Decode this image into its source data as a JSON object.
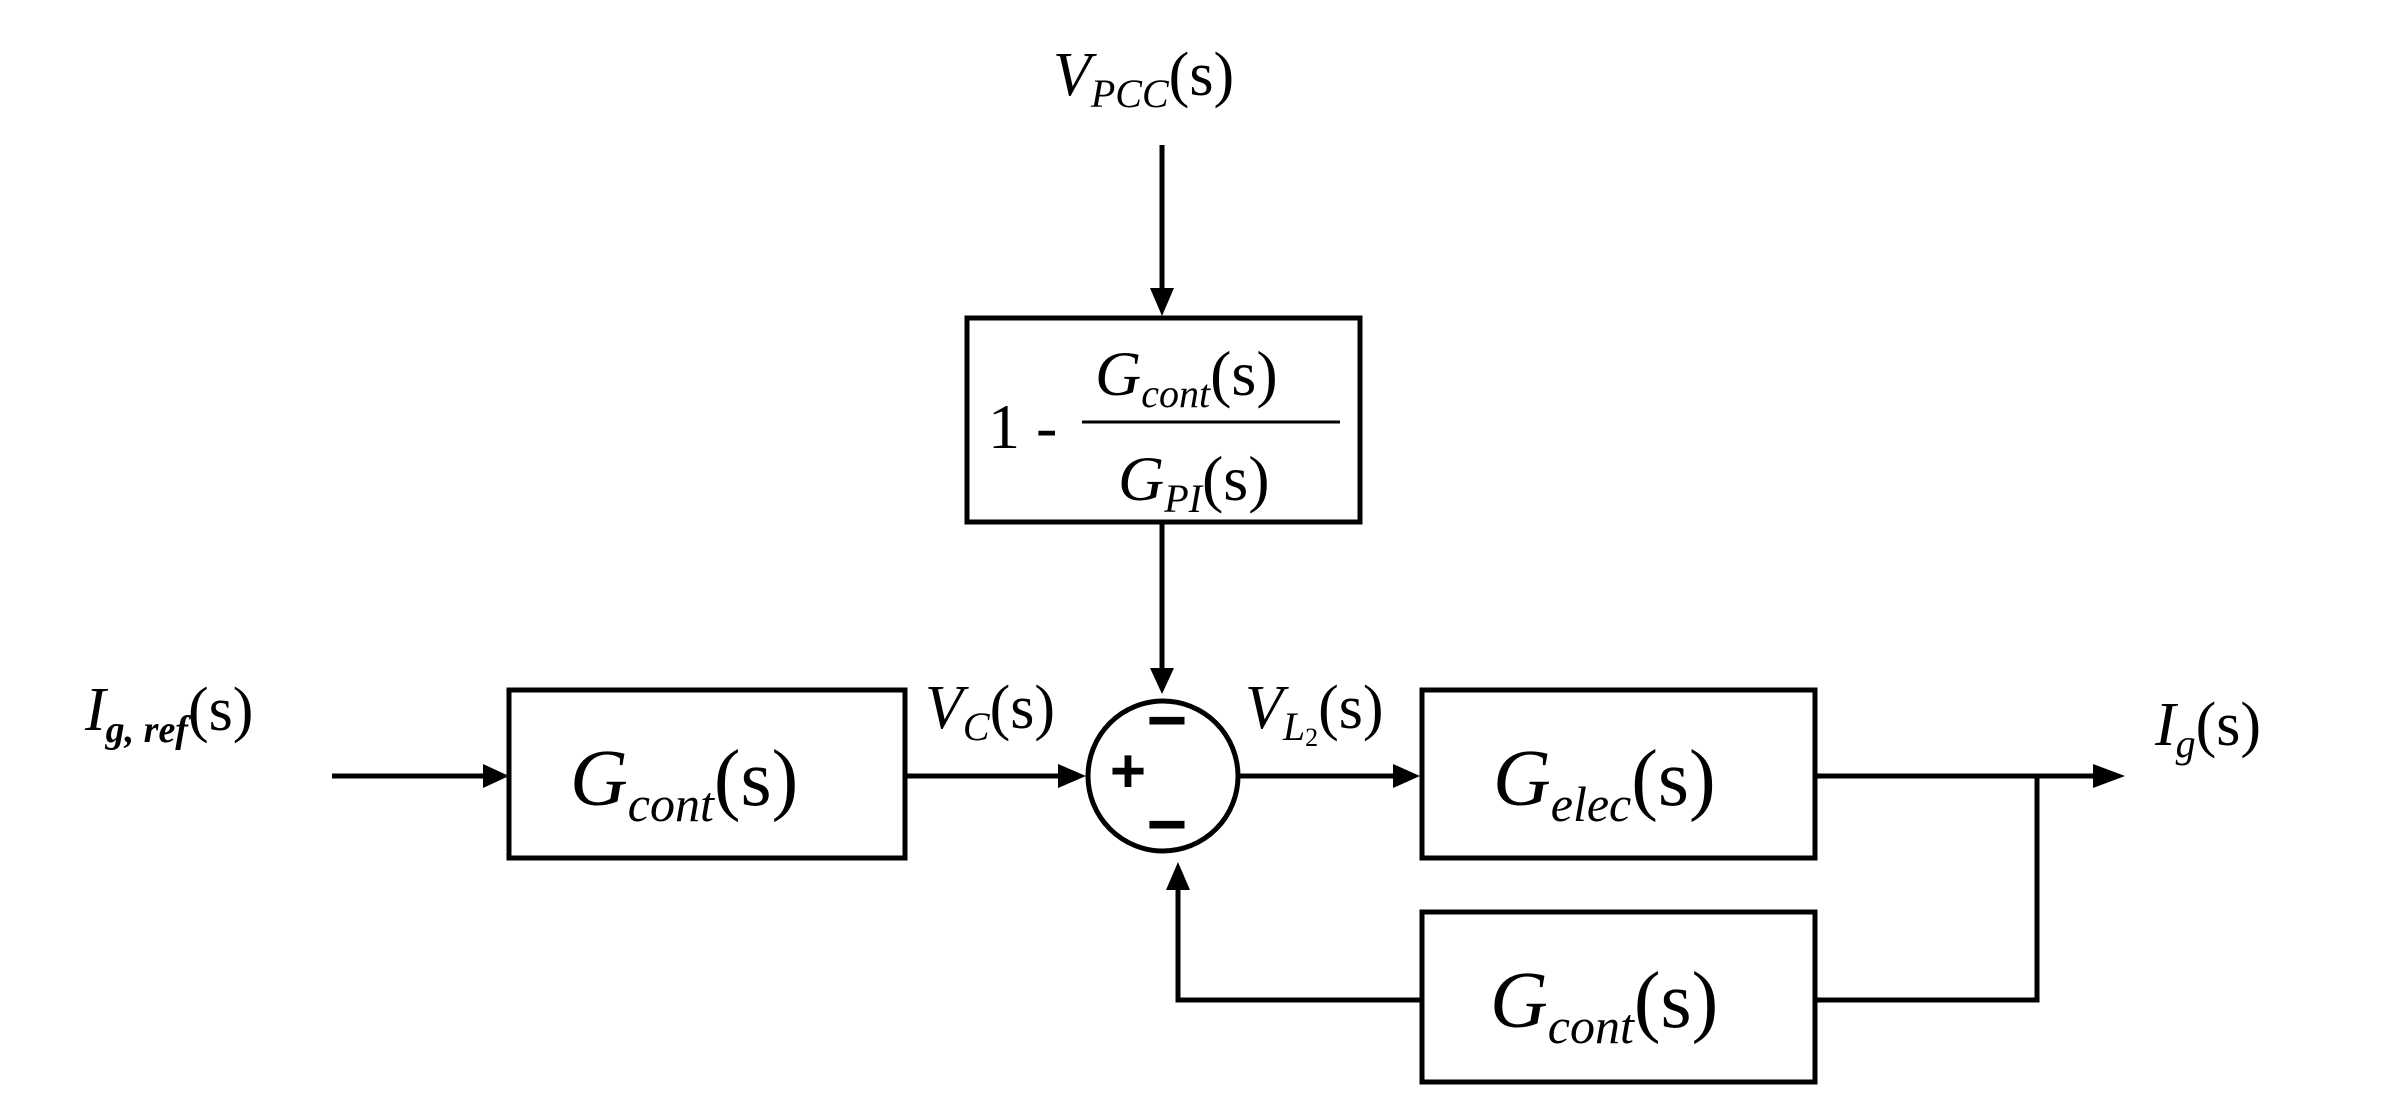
{
  "signals": {
    "v_pcc": {
      "main": "V",
      "sub": "PCC",
      "arg": "(s)"
    },
    "ig_ref": {
      "main": "I",
      "sub": "g, ref",
      "arg": "(s)"
    },
    "vc": {
      "main": "V",
      "sub": "C",
      "arg": "(s)"
    },
    "vl2": {
      "main": "V",
      "sub": "L",
      "sub2": "2",
      "arg": "(s)"
    },
    "ig": {
      "main": "I",
      "sub": "g",
      "arg": "(s)"
    }
  },
  "blocks": {
    "feedforward": {
      "prefix": "1 -",
      "num": {
        "main": "G",
        "sub": "cont",
        "arg": "(s)"
      },
      "den": {
        "main": "G",
        "sub": "PI",
        "arg": "(s)"
      }
    },
    "controller": {
      "main": "G",
      "sub": "cont",
      "arg": "(s)"
    },
    "plant": {
      "main": "G",
      "sub": "elec",
      "arg": "(s)"
    },
    "feedback": {
      "main": "G",
      "sub": "cont",
      "arg": "(s)"
    }
  },
  "summing_junction": {
    "left_sign": "+",
    "top_sign": "−",
    "bottom_sign": "−"
  }
}
